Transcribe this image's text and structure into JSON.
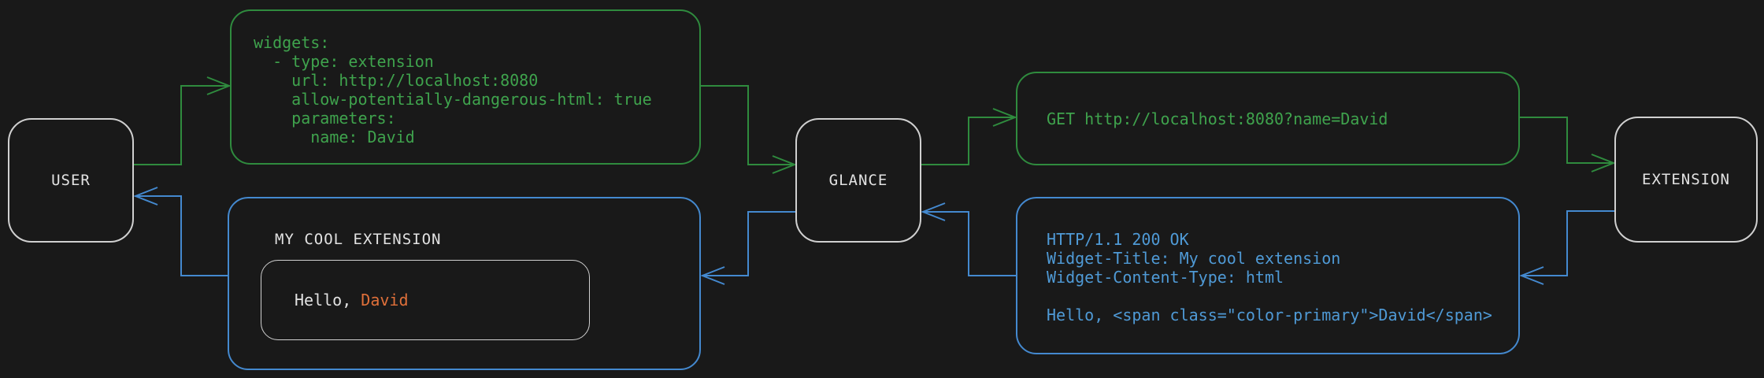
{
  "colors": {
    "background": "#191919",
    "green_line": "#2f8b3e",
    "green_text": "#3fa34d",
    "blue_line": "#4489cf",
    "blue_text": "#4f9ad6",
    "orange": "#e0703a",
    "node_border": "#d0d0d0",
    "text_light": "#e2e2e2"
  },
  "nodes": {
    "user": {
      "label": "USER"
    },
    "glance": {
      "label": "GLANCE"
    },
    "extension": {
      "label": "EXTENSION"
    }
  },
  "config_box": {
    "lines": [
      "widgets:",
      "  - type: extension",
      "    url: http://localhost:8080",
      "    allow-potentially-dangerous-html: true",
      "    parameters:",
      "      name: David"
    ]
  },
  "request_box": {
    "text": "GET http://localhost:8080?name=David"
  },
  "response_box": {
    "lines": [
      "HTTP/1.1 200 OK",
      "Widget-Title: My cool extension",
      "Widget-Content-Type: html",
      "",
      "Hello, <span class=\"color-primary\">David</span>"
    ]
  },
  "widget_preview": {
    "title": "MY COOL EXTENSION",
    "greeting_prefix": "Hello, ",
    "greeting_name": "David"
  }
}
